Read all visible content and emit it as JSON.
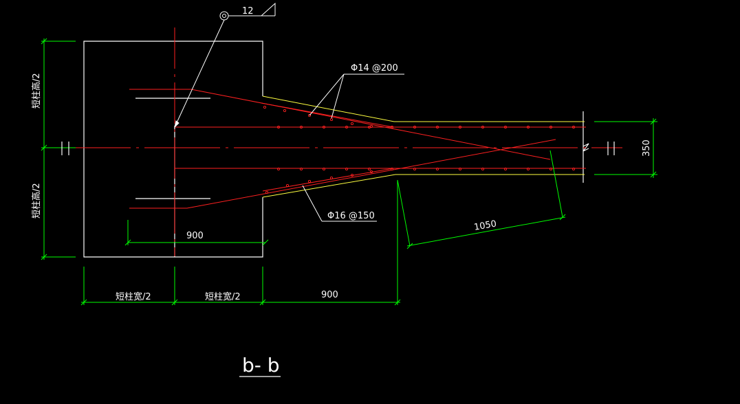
{
  "drawing": {
    "section_label": "b- b",
    "detail_marker": "12",
    "rebar_top": "Φ14 @200",
    "rebar_bottom": "Φ16 @150",
    "dim_900_inner": "900",
    "dim_900_bottom": "900",
    "dim_1050": "1050",
    "dim_350": "350",
    "dim_half_width_left": "短柱宽/2",
    "dim_half_width_right": "短柱宽/2",
    "dim_half_height_top": "短柱高/2",
    "dim_half_height_bottom": "短柱高/2"
  },
  "colors": {
    "background": "#000000",
    "outline": "#ffffff",
    "rebar": "#ff2020",
    "slab_edge": "#ffff40",
    "dimension": "#00ff00"
  }
}
